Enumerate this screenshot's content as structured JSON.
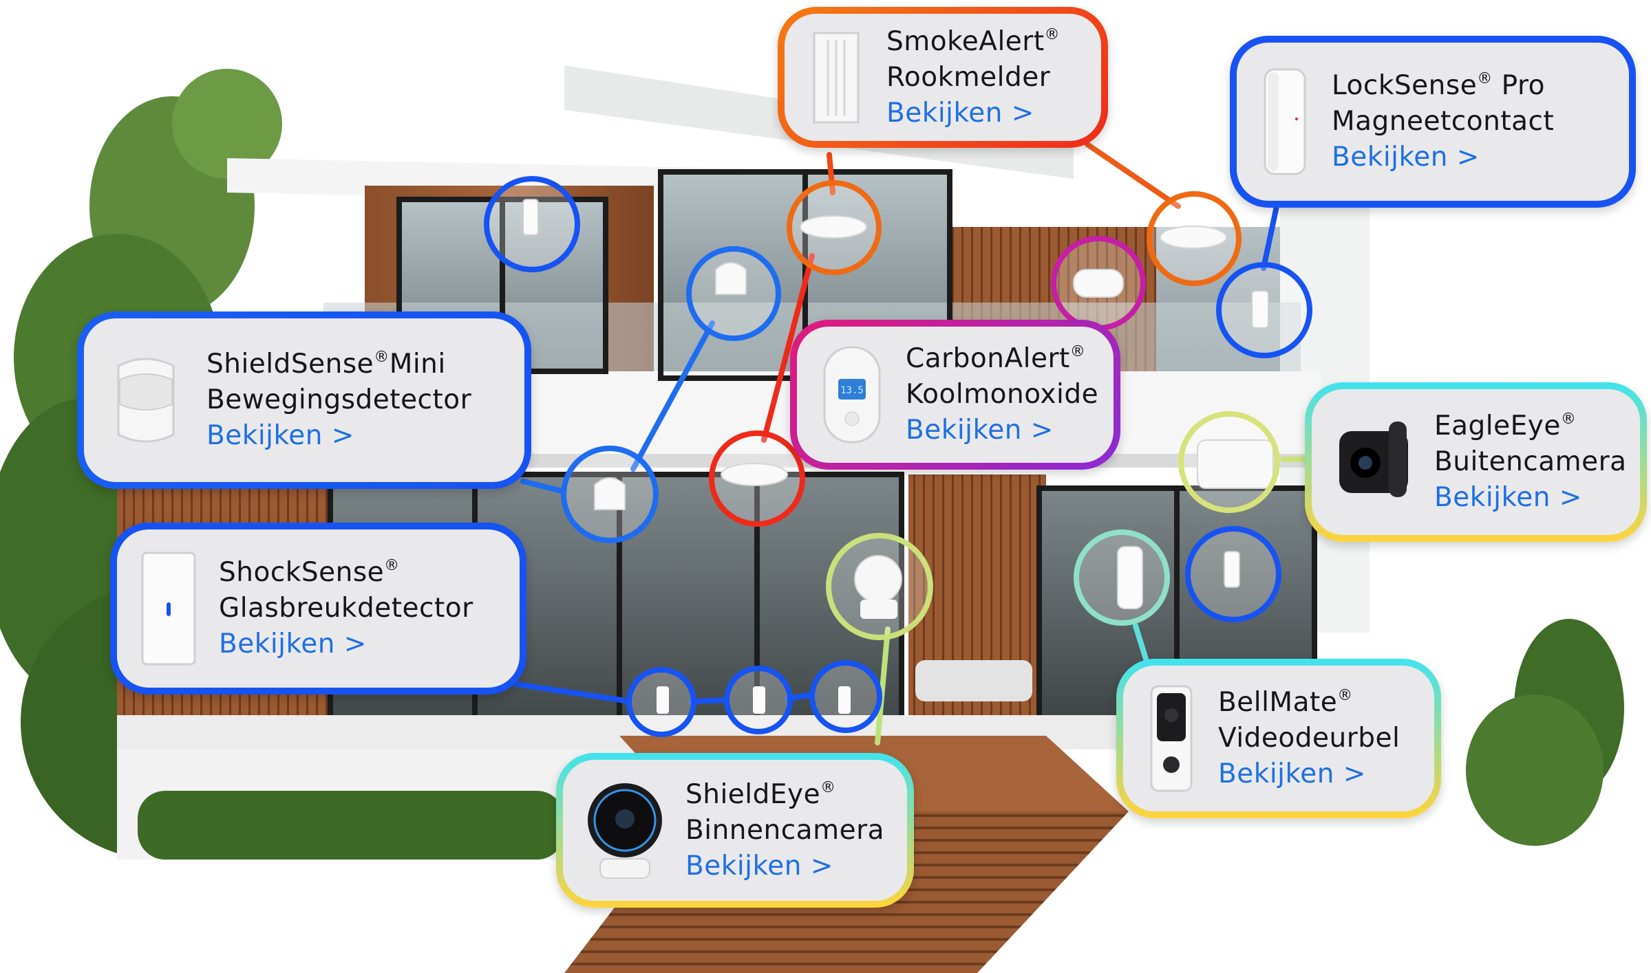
{
  "colors": {
    "blue": "#1753f2",
    "orange": "#f06a12",
    "red": "#ef2a1b",
    "magenta": "#d0188c",
    "purple": "#8a2bd6",
    "cyan": "#3fe3ef",
    "yellow": "#ffd43a",
    "link": "#1f6fe3",
    "card_bg": "#e9e9ec"
  },
  "cards": {
    "smoke": {
      "line1": "SmokeAlert",
      "mark1": "®",
      "line2": "Rookmelder",
      "link": "Bekijken >"
    },
    "lock": {
      "line1": "LockSense",
      "mark1": "®",
      "line1b": " Pro",
      "line2": "Magneetcontact",
      "link": "Bekijken >"
    },
    "shield_mini": {
      "line1": "ShieldSense",
      "mark1": "®",
      "line1b": "Mini",
      "line2": "Bewegingsdetector",
      "link": "Bekijken >"
    },
    "carbon": {
      "line1": "CarbonAlert",
      "mark1": "®",
      "line2": "Koolmonoxide",
      "link": "Bekijken >"
    },
    "eagle": {
      "line1": "EagleEye",
      "mark1": "®",
      "line2": "Buitencamera",
      "link": "Bekijken >"
    },
    "shock": {
      "line1": "ShockSense",
      "mark1": "®",
      "line2": "Glasbreukdetector",
      "link": "Bekijken >"
    },
    "bellmate": {
      "line1": "BellMate",
      "mark1": "®",
      "line2": "Videodeurbel",
      "link": "Bekijken >"
    },
    "shieldeye": {
      "line1": "ShieldEye",
      "mark1": "®",
      "line2": "Binnencamera",
      "link": "Bekijken >"
    }
  },
  "icons": {
    "smoke": "smoke-detector-icon",
    "lock": "door-contact-icon",
    "motion": "motion-sensor-icon",
    "carbon": "co-detector-icon",
    "outdoor_camera": "outdoor-camera-icon",
    "glass": "glass-break-sensor-icon",
    "doorbell": "video-doorbell-icon",
    "indoor_camera": "indoor-camera-icon"
  },
  "device_readout": "13.5"
}
